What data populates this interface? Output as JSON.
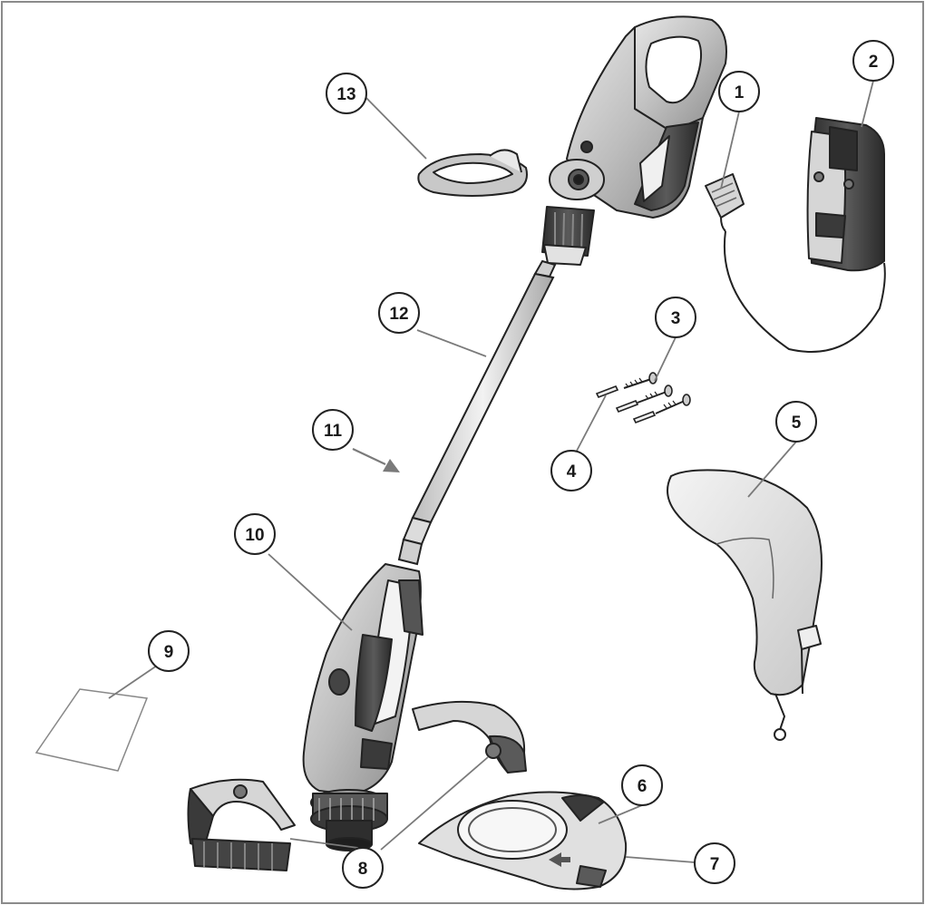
{
  "callouts": [
    {
      "label": "1"
    },
    {
      "label": "2"
    },
    {
      "label": "3"
    },
    {
      "label": "4"
    },
    {
      "label": "5"
    },
    {
      "label": "6"
    },
    {
      "label": "7"
    },
    {
      "label": "8"
    },
    {
      "label": "9"
    },
    {
      "label": "10"
    },
    {
      "label": "11"
    },
    {
      "label": "12"
    },
    {
      "label": "13"
    }
  ],
  "colors": {
    "outline": "#222222",
    "body_dark": "#3a3a3a",
    "body_mid": "#9a9a9a",
    "body_light": "#d6d6d6",
    "leader": "#7a7a7a"
  }
}
